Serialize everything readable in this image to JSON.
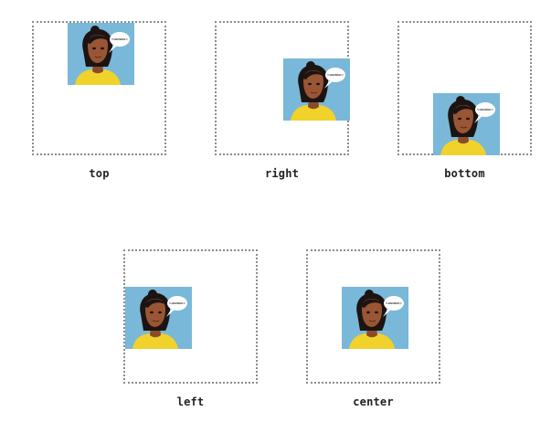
{
  "colors": {
    "frame_border": "#8c8c8c",
    "image_background": "#79b8d9",
    "caption_text": "#222222"
  },
  "image": {
    "icon": "woman-with-speech-bubble-illustration",
    "bubble_text": "Hello World!"
  },
  "demos": [
    {
      "label": "top"
    },
    {
      "label": "right"
    },
    {
      "label": "bottom"
    },
    {
      "label": "left"
    },
    {
      "label": "center"
    }
  ]
}
